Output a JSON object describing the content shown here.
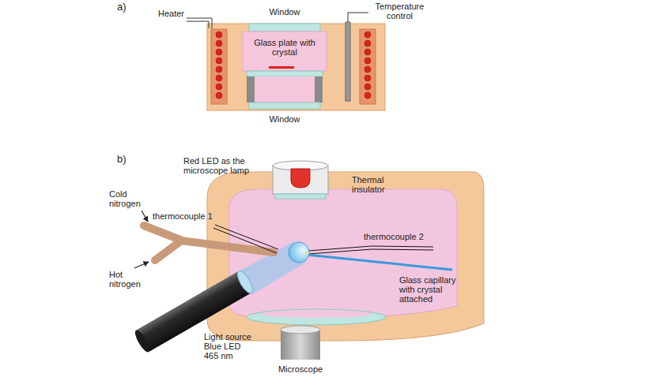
{
  "diagram": {
    "nodes": [
      {
        "text": [
          "Glass plate with crystal"
        ]
      }
    ],
    "labels": [
      "a)",
      "Heater",
      "Window",
      "Temperature control",
      "Window",
      "b)",
      "Red LED as the microscope lamp",
      "Thermal insulator",
      "Cold nitrogen",
      "thermocouple 1",
      "thermocouple 2",
      "Hot nitrogen",
      "Glass capillary with crystal attached",
      "Light source Blue LED 465 nm",
      "Microscope"
    ]
  }
}
